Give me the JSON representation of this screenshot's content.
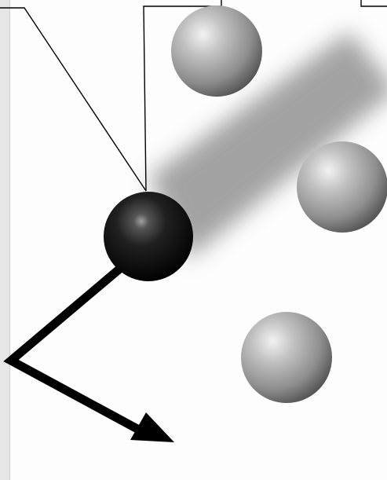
{
  "scene": {
    "background_color": "#fdfdfd",
    "strip_color": "#e6e6e6",
    "gray_sphere_count": 3,
    "highlighted_sphere": {
      "color": "#111111",
      "highlight_color": "#9a9a9a"
    },
    "spheres": {
      "gray_color": "#a8a8a8",
      "gray_highlight": "#eeeeee",
      "gray_shadow": "#4a4a4a"
    },
    "trail": {
      "color": "#9e9e9e",
      "blurred": true
    },
    "arrow": {
      "color": "#000000",
      "shape": "bent",
      "head": "triangle"
    },
    "callouts": {
      "line_color": "#000000",
      "count": 3
    }
  }
}
